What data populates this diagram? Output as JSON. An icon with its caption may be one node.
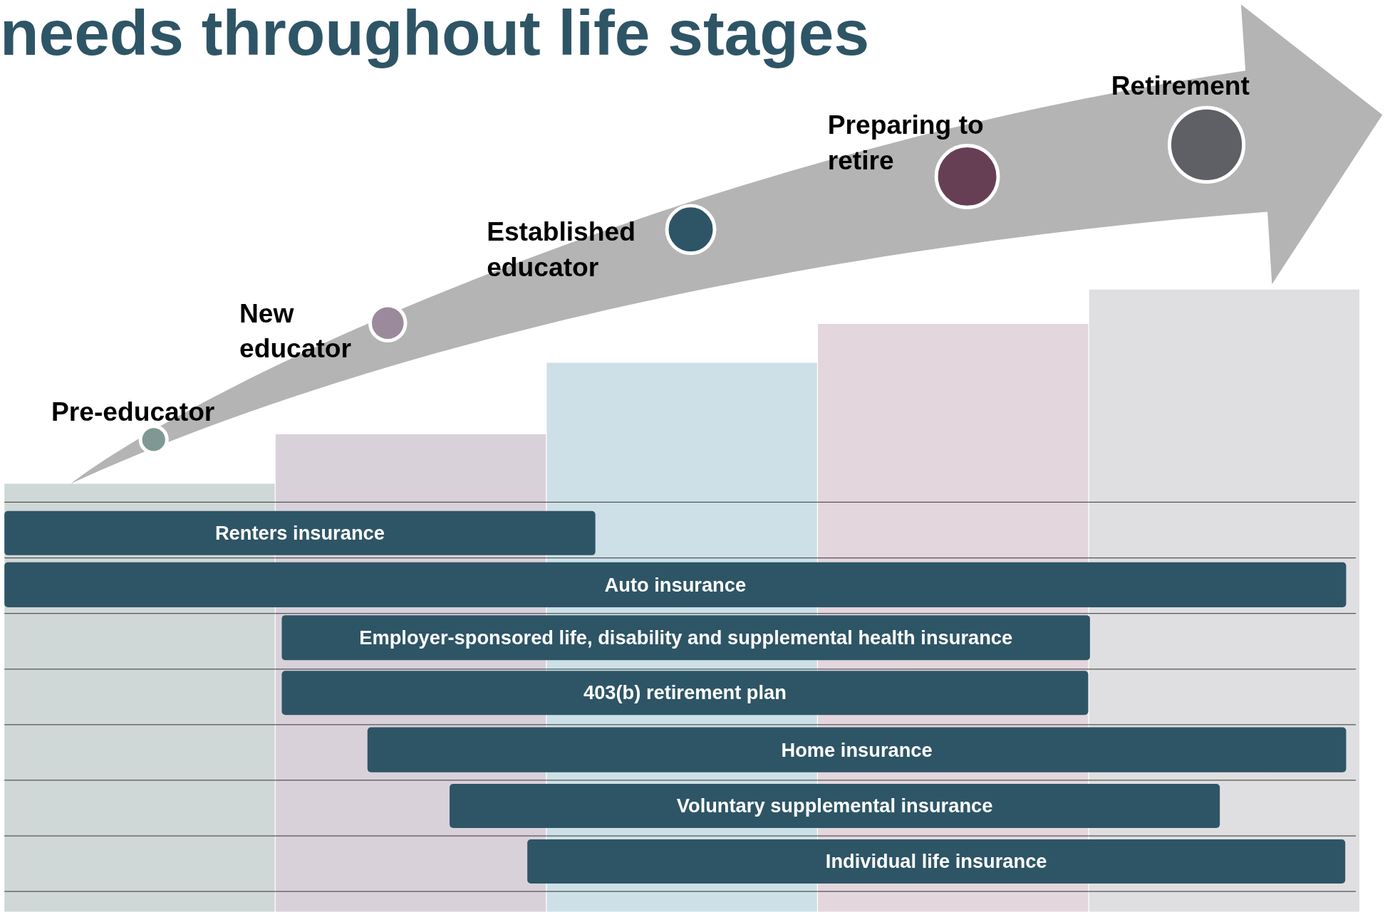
{
  "diagram": {
    "title": "needs throughout life stages",
    "nodes": [
      {
        "text": [
          "Pre-educator"
        ]
      },
      {
        "text": [
          "New educator"
        ]
      },
      {
        "text": [
          "Established educator"
        ]
      },
      {
        "text": [
          "Preparing to retire"
        ]
      },
      {
        "text": [
          "Retirement"
        ]
      },
      {
        "text": [
          "Renters insurance"
        ]
      },
      {
        "text": [
          "Auto insurance"
        ]
      },
      {
        "text": [
          "Employer-sponsored life, disability and supplemental health insurance"
        ]
      },
      {
        "text": [
          "403(b) retirement plan"
        ]
      },
      {
        "text": [
          "Home insurance"
        ]
      },
      {
        "text": [
          "Voluntary supplemental insurance"
        ]
      },
      {
        "text": [
          "Individual life insurance"
        ]
      }
    ],
    "edges": []
  }
}
